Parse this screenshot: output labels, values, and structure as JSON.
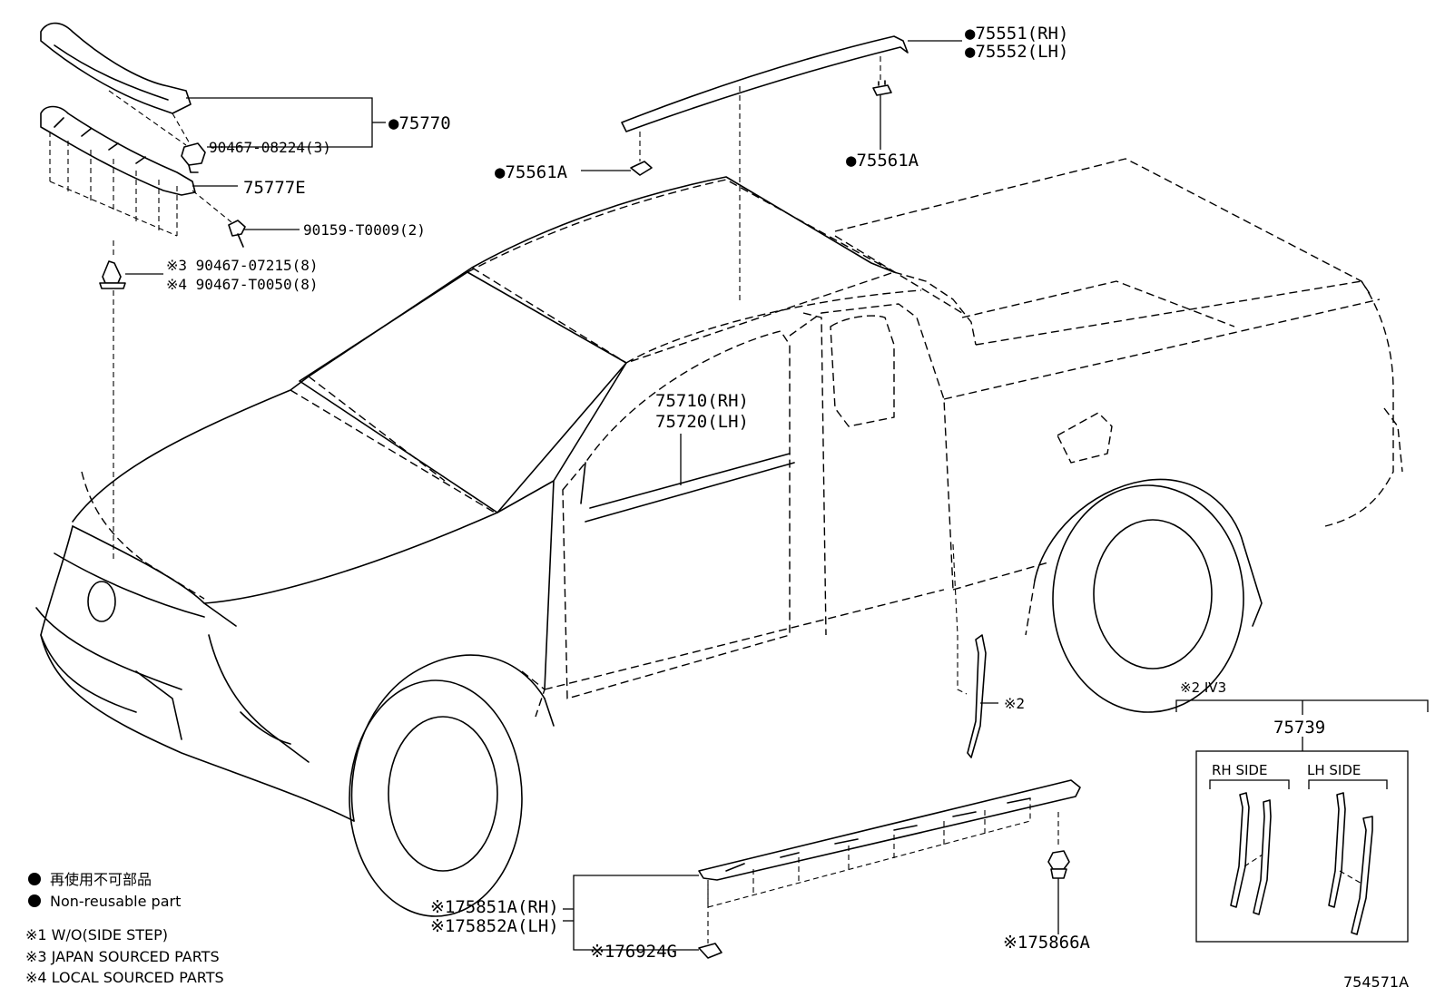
{
  "parts": {
    "p75551": "●75551(RH)",
    "p75552": "●75552(LH)",
    "p75770": "●75770",
    "p90467_08224": "90467-08224(3)",
    "p75561a_left": "●75561A",
    "p75561a_right": "●75561A",
    "p75777e": "75777E",
    "p90159": "90159-T0009(2)",
    "p90467_07215": "※3 90467-07215(8)",
    "p90467_t0050": "※4 90467-T0050(8)",
    "p75710": "75710(RH)",
    "p75720": "75720(LH)",
    "p_note2": "※2",
    "p75851a": "※175851A(RH)",
    "p75852a": "※175852A(LH)",
    "p76924g": "※176924G",
    "p75866a": "※175866A"
  },
  "inset": {
    "header": "※2 IV3",
    "part": "75739",
    "rh_side": "RH SIDE",
    "lh_side": "LH SIDE"
  },
  "legend": {
    "jp": "再使用不可部品",
    "en": "Non-reusable part",
    "note1": "※1 W/O(SIDE STEP)",
    "note3": "※3 JAPAN SOURCED PARTS",
    "note4": "※4 LOCAL SOURCED PARTS"
  },
  "diagram_id": "754571A"
}
